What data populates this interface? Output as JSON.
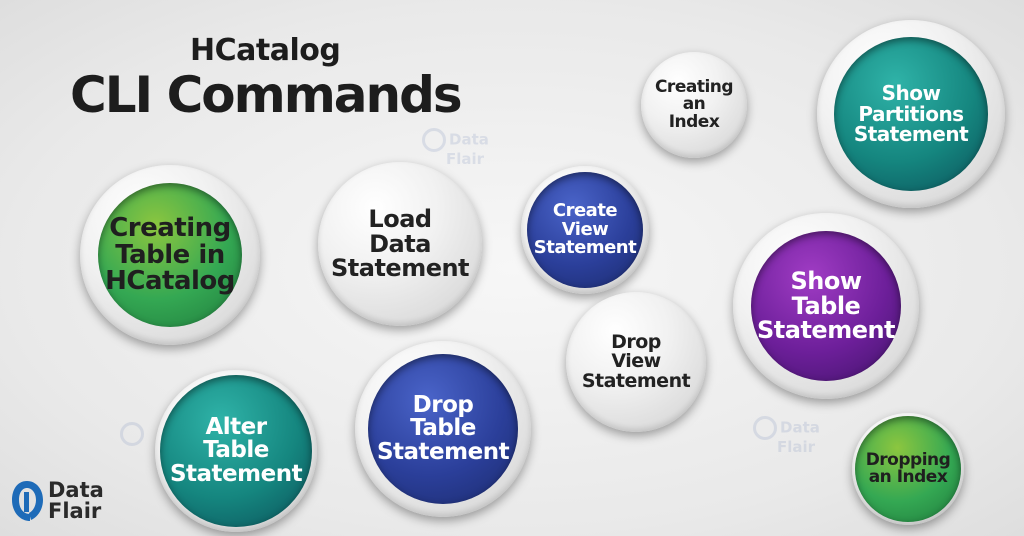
{
  "title": {
    "line1": "HCatalog",
    "line2": "CLI Commands"
  },
  "bubbles": [
    {
      "id": "creating-table",
      "lines": [
        "Creating",
        "Table in",
        "HCatalog"
      ],
      "fill": "green",
      "colors": [
        "#8cc63f",
        "#34a853",
        "#1f7a3c"
      ]
    },
    {
      "id": "load-data",
      "lines": [
        "Load",
        "Data",
        "Statement"
      ],
      "fill": "white"
    },
    {
      "id": "create-view",
      "lines": [
        "Create",
        "View",
        "Statement"
      ],
      "fill": "blue",
      "colors": [
        "#4a64c9",
        "#2b3f9a",
        "#1b2a6b"
      ]
    },
    {
      "id": "creating-index",
      "lines": [
        "Creating",
        "an Index"
      ],
      "fill": "white"
    },
    {
      "id": "show-partitions",
      "lines": [
        "Show",
        "Partitions",
        "Statement"
      ],
      "fill": "teal",
      "colors": [
        "#2fb3a8",
        "#15867f",
        "#0b4f58"
      ]
    },
    {
      "id": "show-table",
      "lines": [
        "Show",
        "Table",
        "Statement"
      ],
      "fill": "purple",
      "colors": [
        "#a03cc4",
        "#6d1f9a",
        "#3f1367"
      ]
    },
    {
      "id": "drop-view",
      "lines": [
        "Drop",
        "View",
        "Statement"
      ],
      "fill": "white"
    },
    {
      "id": "drop-table",
      "lines": [
        "Drop",
        "Table",
        "Statement"
      ],
      "fill": "blue",
      "colors": [
        "#4a64c9",
        "#2b3f9a",
        "#1b2a6b"
      ]
    },
    {
      "id": "alter-table",
      "lines": [
        "Alter",
        "Table",
        "Statement"
      ],
      "fill": "teal",
      "colors": [
        "#2fb3a8",
        "#15867f",
        "#0b4f58"
      ]
    },
    {
      "id": "dropping-index",
      "lines": [
        "Dropping",
        "an Index"
      ],
      "fill": "green",
      "colors": [
        "#8cc63f",
        "#34a853",
        "#1f7a3c"
      ]
    }
  ],
  "logo": {
    "line1": "Data",
    "line2": "Flair",
    "blue": "#1e6bb8"
  },
  "watermark_text": {
    "line1": "Data",
    "line2": "Flair"
  }
}
